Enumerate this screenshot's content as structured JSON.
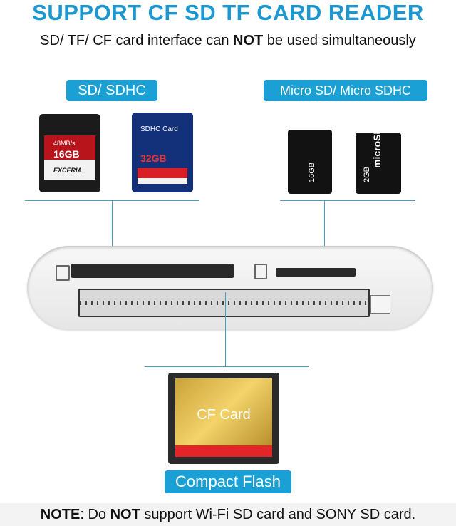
{
  "header": {
    "title": "SUPPORT CF SD TF CARD READER",
    "subtitle_pre": "SD/ TF/ CF card interface can ",
    "subtitle_bold": "NOT",
    "subtitle_post": " be used simultaneously"
  },
  "labels": {
    "sd": "SD/ SDHC",
    "micro": "Micro SD/ Micro SDHC",
    "cf": "Compact Flash"
  },
  "cards": {
    "sd1": {
      "speed": "48MB/s",
      "capacity": "16GB",
      "brand": "EXCERIA"
    },
    "sd2": {
      "type": "SDHC Card",
      "capacity": "32GB"
    },
    "micro1": {
      "capacity": "16GB"
    },
    "micro2": {
      "capacity": "2GB",
      "brand": "microSD"
    },
    "cf": {
      "label": "CF Card"
    }
  },
  "note": {
    "lead": "NOTE",
    "pre": ": Do ",
    "bold": "NOT",
    "post": " support Wi-Fi SD card and SONY SD card."
  },
  "colors": {
    "accent": "#1aa0d4",
    "title": "#1c97cf"
  }
}
